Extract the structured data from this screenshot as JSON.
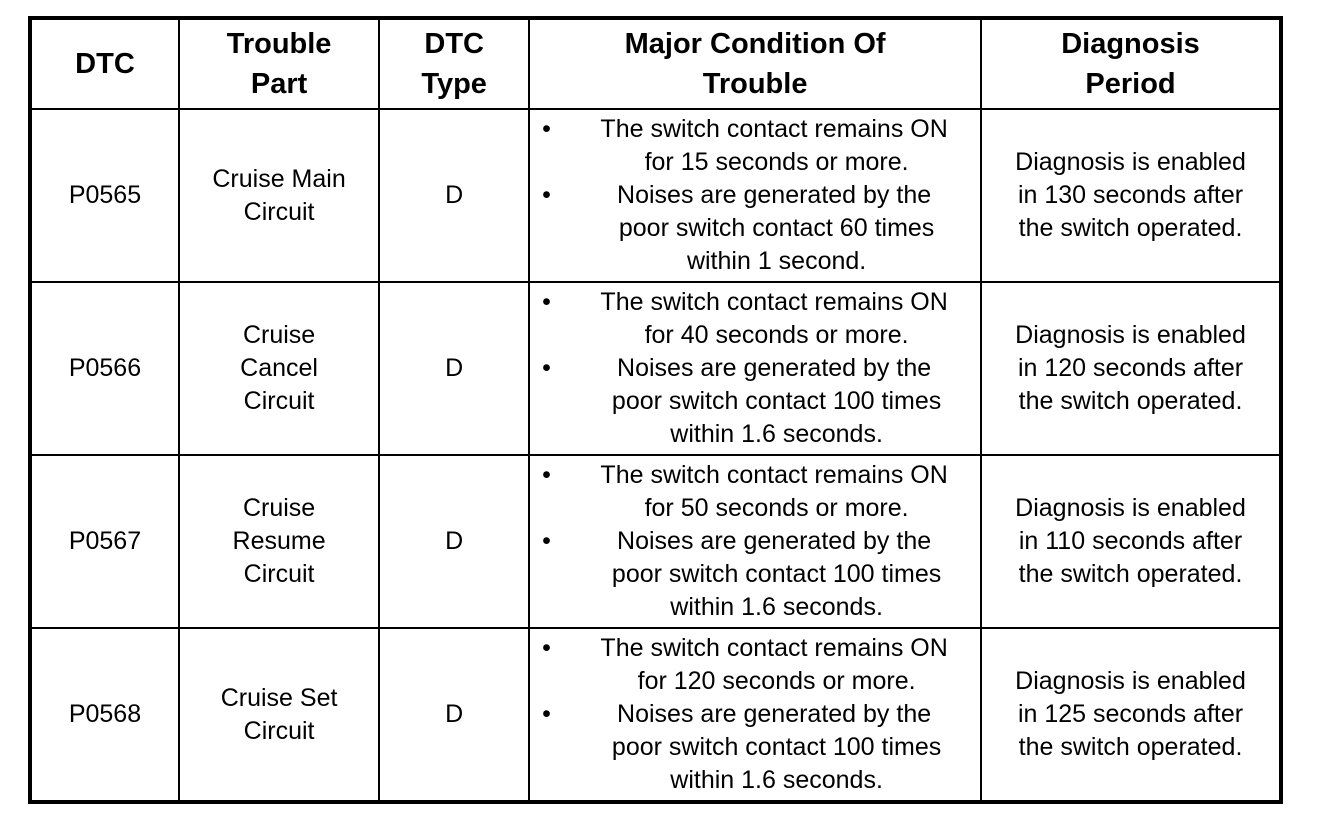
{
  "table": {
    "headers": {
      "dtc": [
        "DTC"
      ],
      "trouble_part": [
        "Trouble",
        "Part"
      ],
      "dtc_type": [
        "DTC",
        "Type"
      ],
      "major_condition": [
        "Major Condition Of",
        "Trouble"
      ],
      "diagnosis_period": [
        "Diagnosis",
        "Period"
      ]
    },
    "bullet_symbol": "•",
    "rows": [
      {
        "dtc": "P0565",
        "trouble_part": [
          "Cruise Main",
          "Circuit"
        ],
        "dtc_type": "D",
        "conditions": [
          [
            "The switch contact remains ON",
            "for 15 seconds or more."
          ],
          [
            "Noises are generated by the",
            "poor switch contact 60 times",
            "within 1 second."
          ]
        ],
        "diagnosis_period": [
          "Diagnosis is enabled",
          "in 130 seconds after",
          "the switch operated."
        ]
      },
      {
        "dtc": "P0566",
        "trouble_part": [
          "Cruise",
          "Cancel",
          "Circuit"
        ],
        "dtc_type": "D",
        "conditions": [
          [
            "The switch contact remains ON",
            "for 40 seconds or more."
          ],
          [
            "Noises are generated by the",
            "poor switch contact 100 times",
            "within 1.6 seconds."
          ]
        ],
        "diagnosis_period": [
          "Diagnosis is enabled",
          "in 120 seconds after",
          "the switch operated."
        ]
      },
      {
        "dtc": "P0567",
        "trouble_part": [
          "Cruise",
          "Resume",
          "Circuit"
        ],
        "dtc_type": "D",
        "conditions": [
          [
            "The switch contact remains ON",
            "for 50 seconds or more."
          ],
          [
            "Noises are generated by the",
            "poor switch contact 100 times",
            "within 1.6 seconds."
          ]
        ],
        "diagnosis_period": [
          "Diagnosis is enabled",
          "in 110 seconds after",
          "the switch operated."
        ]
      },
      {
        "dtc": "P0568",
        "trouble_part": [
          "Cruise Set",
          "Circuit"
        ],
        "dtc_type": "D",
        "conditions": [
          [
            "The switch contact remains ON",
            "for 120 seconds or more."
          ],
          [
            "Noises are generated by the",
            "poor switch contact 100 times",
            "within 1.6 seconds."
          ]
        ],
        "diagnosis_period": [
          "Diagnosis is enabled",
          "in 125 seconds after",
          "the switch operated."
        ]
      }
    ]
  }
}
